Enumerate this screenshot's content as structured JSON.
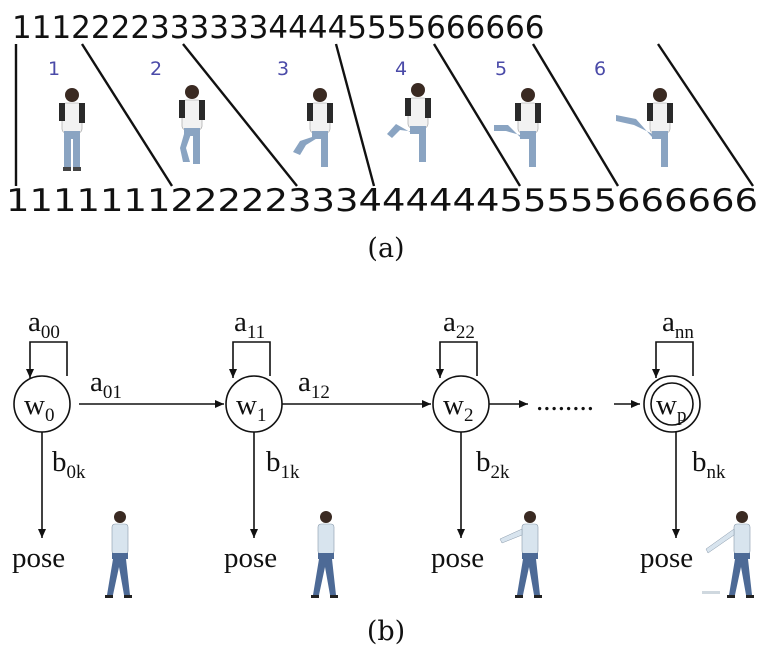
{
  "part_a": {
    "top_sequence": "111222233333344445555666666",
    "bottom_sequence": "11111112222233344444455555666666",
    "frame_labels": [
      "1",
      "2",
      "3",
      "4",
      "5",
      "6"
    ],
    "caption": "(a)"
  },
  "part_b": {
    "states": [
      {
        "name": "w",
        "sub": "0",
        "self": "a",
        "self_sub": "00",
        "emit": "b",
        "emit_sub": "0k",
        "obs": "pose"
      },
      {
        "name": "w",
        "sub": "1",
        "self": "a",
        "self_sub": "11",
        "emit": "b",
        "emit_sub": "1k",
        "obs": "pose"
      },
      {
        "name": "w",
        "sub": "2",
        "self": "a",
        "self_sub": "22",
        "emit": "b",
        "emit_sub": "2k",
        "obs": "pose"
      },
      {
        "name": "w",
        "sub": "p",
        "self": "a",
        "self_sub": "nn",
        "emit": "b",
        "emit_sub": "nk",
        "obs": "pose"
      }
    ],
    "transitions": [
      {
        "label": "a",
        "sub": "01"
      },
      {
        "label": "a",
        "sub": "12"
      }
    ],
    "ellipsis": "........",
    "caption": "(b)"
  },
  "colors": {
    "ink": "#111111",
    "frame_number": "#4a4aa8",
    "jeans": "#8aa4c2",
    "shirt_light": "#d8e4ee",
    "shirt_white": "#f2f2f2",
    "skin": "#c99a7a"
  }
}
